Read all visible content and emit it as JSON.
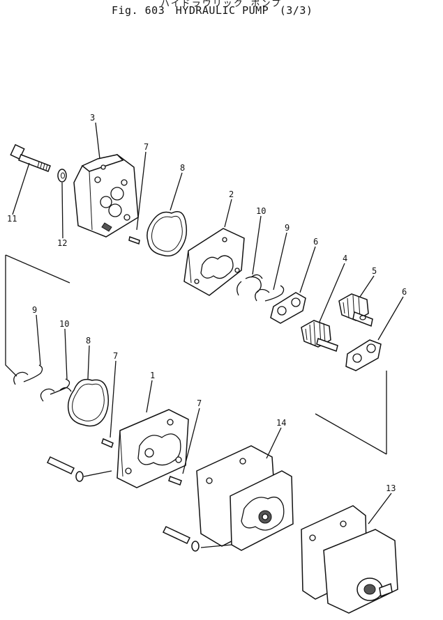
{
  "header": {
    "top_cut_text": "ハイドラウリック ポンプ",
    "fig_label": "Fig. 603",
    "title": "HYDRAULIC PUMP",
    "sheet": "(3/3)"
  },
  "callouts": [
    {
      "id": "c3",
      "label": "3"
    },
    {
      "id": "c7a",
      "label": "7"
    },
    {
      "id": "c8a",
      "label": "8"
    },
    {
      "id": "c2",
      "label": "2"
    },
    {
      "id": "c10a",
      "label": "10"
    },
    {
      "id": "c9a",
      "label": "9"
    },
    {
      "id": "c6a",
      "label": "6"
    },
    {
      "id": "c4",
      "label": "4"
    },
    {
      "id": "c5",
      "label": "5"
    },
    {
      "id": "c6b",
      "label": "6"
    },
    {
      "id": "c11",
      "label": "11"
    },
    {
      "id": "c12",
      "label": "12"
    },
    {
      "id": "c9b",
      "label": "9"
    },
    {
      "id": "c10b",
      "label": "10"
    },
    {
      "id": "c8b",
      "label": "8"
    },
    {
      "id": "c7b",
      "label": "7"
    },
    {
      "id": "c1",
      "label": "1"
    },
    {
      "id": "c7c",
      "label": "7"
    },
    {
      "id": "c14",
      "label": "14"
    },
    {
      "id": "c13",
      "label": "13"
    }
  ]
}
